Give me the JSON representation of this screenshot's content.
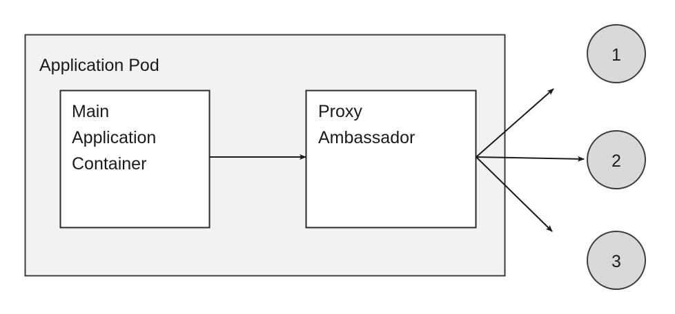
{
  "diagram": {
    "title": "Application Pod",
    "pod": {
      "label": "Application Pod",
      "fill": "#f2f2f2",
      "stroke": "#3c3c3c"
    },
    "containers": [
      {
        "name": "main-application-container",
        "lines": [
          "Main",
          "Application",
          "Container"
        ],
        "fill": "#ffffff",
        "stroke": "#2b2b2b"
      },
      {
        "name": "proxy-ambassador-container",
        "lines": [
          "Proxy",
          "Ambassador"
        ],
        "fill": "#ffffff",
        "stroke": "#2b2b2b"
      }
    ],
    "endpoints": [
      {
        "label": "1",
        "fill": "#d9d9d9",
        "stroke": "#3c3c3c"
      },
      {
        "label": "2",
        "fill": "#d9d9d9",
        "stroke": "#3c3c3c"
      },
      {
        "label": "3",
        "fill": "#d9d9d9",
        "stroke": "#3c3c3c"
      }
    ],
    "connectors": [
      {
        "name": "main-to-proxy",
        "from": "main-application-container",
        "to": "proxy-ambassador-container"
      },
      {
        "name": "proxy-to-endpoint-1",
        "from": "proxy-ambassador-container",
        "to": "1"
      },
      {
        "name": "proxy-to-endpoint-2",
        "from": "proxy-ambassador-container",
        "to": "2"
      },
      {
        "name": "proxy-to-endpoint-3",
        "from": "proxy-ambassador-container",
        "to": "3"
      }
    ],
    "colors": {
      "background": "#ffffff",
      "pod_fill": "#f2f2f2",
      "container_fill": "#ffffff",
      "endpoint_fill": "#d9d9d9",
      "line": "#1a1a1a",
      "text": "#1a1a1a"
    }
  }
}
